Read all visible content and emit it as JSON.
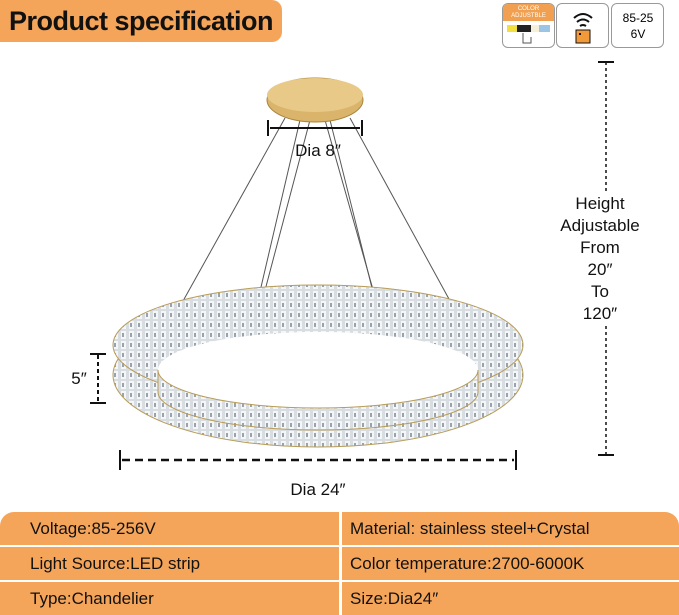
{
  "title": "Product specification",
  "badges": {
    "color": "COLOR ADJUSTBLE",
    "voltage": "85-256V",
    "icons": [
      "color-adjustable-icon",
      "wifi-remote-icon"
    ]
  },
  "dimensions": {
    "canopy": "Dia 8″",
    "height_lines": [
      "Height",
      "Adjustable",
      "From",
      "20″",
      "To",
      "120″"
    ],
    "ring_height": "5″",
    "ring_diameter": "Dia 24″"
  },
  "specs": [
    [
      "Voltage:85-256V",
      "Material: stainless steel+Crystal"
    ],
    [
      "Light Source:LED strip",
      "Color temperature:2700-6000K"
    ],
    [
      "Type:Chandelier",
      "Size:Dia24″"
    ]
  ],
  "colors": {
    "accent": "#f5a55a"
  }
}
